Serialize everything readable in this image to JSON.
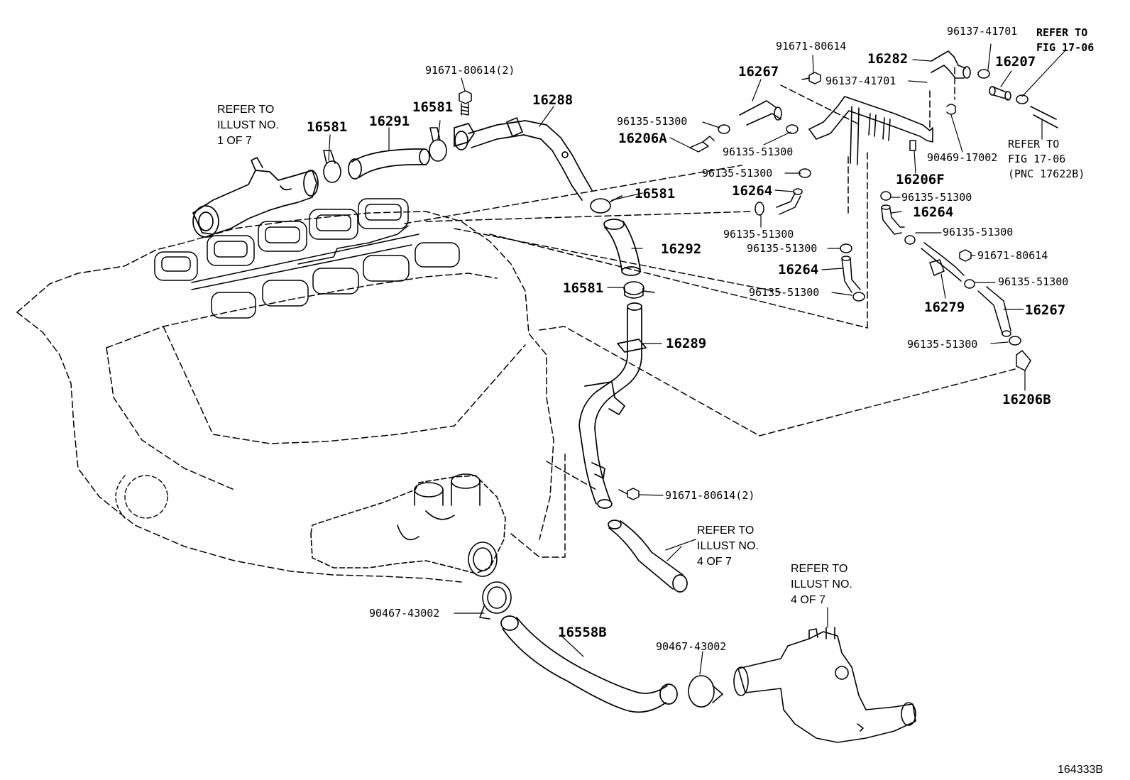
{
  "illustration_id": "164333B",
  "callouts": {
    "c_91671_80614_2_top": "91671-80614(2)",
    "c_16581_a": "16581",
    "c_16581_b": "16581",
    "c_16581_c": "16581",
    "c_16581_d": "16581",
    "c_16291": "16291",
    "c_16288": "16288",
    "c_16292": "16292",
    "c_16289": "16289",
    "c_91671_80614_2_bottom": "91671-80614(2)",
    "c_90467_43002_a": "90467-43002",
    "c_90467_43002_b": "90467-43002",
    "c_16558B": "16558B",
    "c_91671_80614_top_r": "91671-80614",
    "c_16267_a": "16267",
    "c_16267_b": "16267",
    "c_16282": "16282",
    "c_96137_41701_a": "96137-41701",
    "c_96137_41701_b": "96137-41701",
    "c_16207": "16207",
    "c_96135_51300_1": "96135-51300",
    "c_96135_51300_2": "96135-51300",
    "c_96135_51300_3": "96135-51300",
    "c_96135_51300_4": "96135-51300",
    "c_96135_51300_5": "96135-51300",
    "c_96135_51300_6": "96135-51300",
    "c_96135_51300_7": "96135-51300",
    "c_96135_51300_8": "96135-51300",
    "c_96135_51300_9": "96135-51300",
    "c_96135_51300_10": "96135-51300",
    "c_16206A": "16206A",
    "c_16206F": "16206F",
    "c_16206B": "16206B",
    "c_90469_17002": "90469-17002",
    "c_16264_a": "16264",
    "c_16264_b": "16264",
    "c_16264_c": "16264",
    "c_91671_80614_right": "91671-80614",
    "c_16279": "16279"
  },
  "notes": {
    "refer_1of7": "REFER TO\nILLUST NO.\n1 OF 7",
    "refer_4of7_a": "REFER TO\nILLUST NO.\n4 OF 7",
    "refer_4of7_b": "REFER TO\nILLUST NO.\n4 OF 7",
    "refer_fig_top": "REFER TO\nFIG 17-06",
    "refer_fig_pnc": "REFER TO\nFIG 17-06\n(PNC 17622B)"
  },
  "colors": {
    "ink": "#000000",
    "paper": "#ffffff"
  }
}
